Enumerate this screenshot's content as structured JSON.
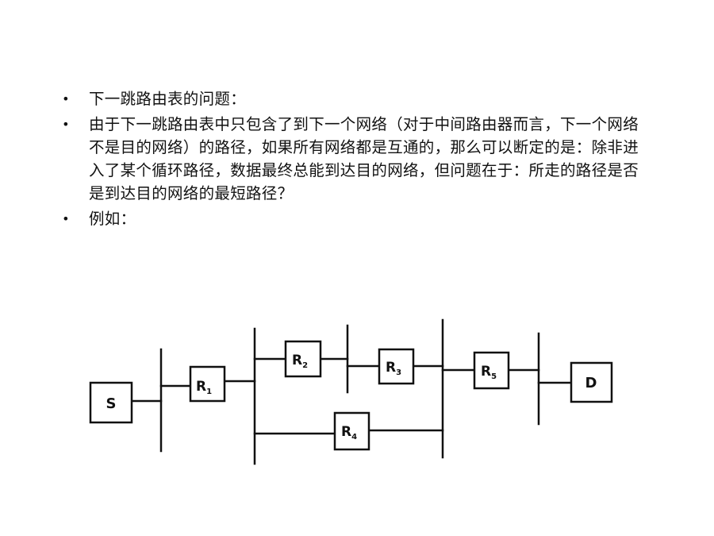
{
  "bullets": [
    {
      "marker": "•",
      "text": "下一跳路由表的问题："
    },
    {
      "marker": "•",
      "text": "由于下一跳路由表中只包含了到下一个网络（对于中间路由器而言，下一个网络不是目的网络）的路径，如果所有网络都是互通的，那么可以断定的是：除非进入了某个循环路径，数据最终总能到达目的网络，但问题在于：所走的路径是否是到达目的网络的最短路径？"
    },
    {
      "marker": "•",
      "text": "例如："
    }
  ],
  "diagram": {
    "nodes": {
      "source": {
        "label": "S"
      },
      "r1": {
        "label": "R",
        "sub": "1"
      },
      "r2": {
        "label": "R",
        "sub": "2"
      },
      "r3": {
        "label": "R",
        "sub": "3"
      },
      "r4": {
        "label": "R",
        "sub": "4"
      },
      "r5": {
        "label": "R",
        "sub": "5"
      },
      "destination": {
        "label": "D"
      }
    }
  }
}
